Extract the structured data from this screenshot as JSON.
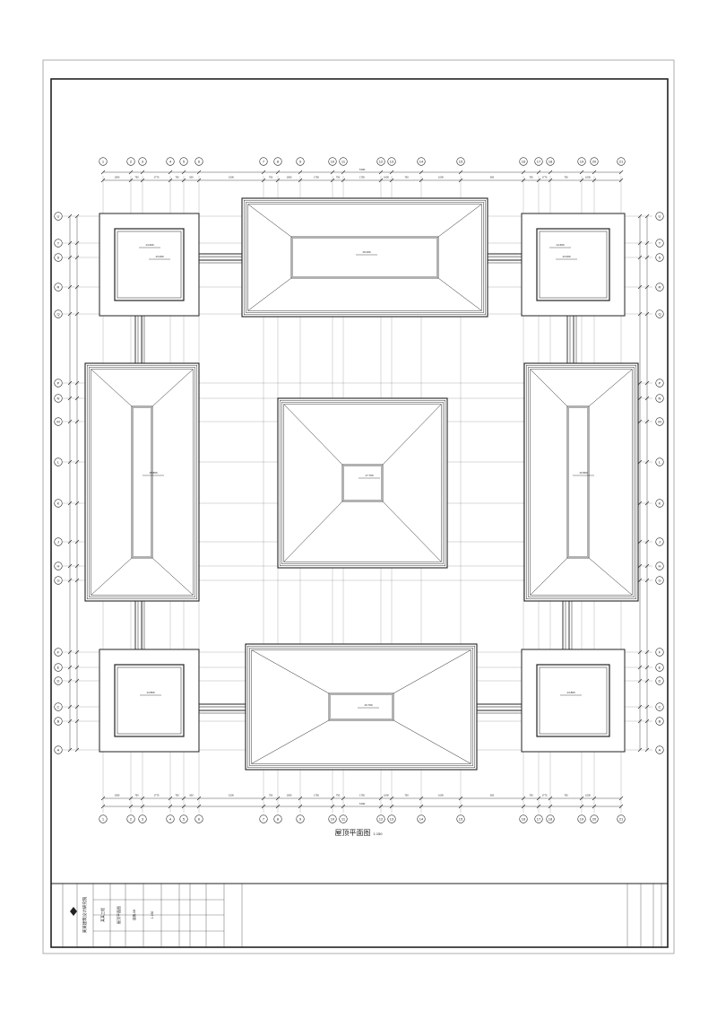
{
  "drawing": {
    "title": "屋顶平面图",
    "scale": "1:150",
    "colors": {
      "ink": "#222222",
      "paper": "#ffffff",
      "frame": "#999999"
    }
  },
  "grid": {
    "columns": [
      "1",
      "2",
      "3",
      "4",
      "5",
      "6",
      "7",
      "8",
      "9",
      "10",
      "11",
      "12",
      "13",
      "14",
      "15",
      "16",
      "17",
      "18",
      "19",
      "20",
      "21"
    ],
    "rows": [
      "U",
      "T",
      "S",
      "R",
      "Q",
      "P",
      "N",
      "M",
      "L",
      "K",
      "J",
      "H",
      "G",
      "F",
      "E",
      "D",
      "C",
      "B",
      "A"
    ]
  },
  "dimensions": {
    "overall": "7200",
    "top_chain": [
      "1000",
      "750",
      "1770",
      "750",
      "500",
      "1000",
      "750",
      "1000",
      "1750",
      "750",
      "1750",
      "1000",
      "750",
      "1000",
      "500",
      "750",
      "1770",
      "750",
      "1000"
    ]
  },
  "elevation_labels": {
    "corner_nw": "14.600",
    "corner_nw_inner": "13.000",
    "north_hall": "16.000",
    "corner_ne": "14.600",
    "corner_ne_inner": "13.000",
    "west_hall": "15.800",
    "center": "17.700",
    "east_hall": "15.800",
    "corner_sw": "14.800",
    "south_hall": "16.700",
    "corner_se": "14.800"
  },
  "title_block": {
    "company": "某某建筑设计研究院",
    "project": "某某工程",
    "sheet": "屋顶平面图",
    "drawing_no": "建施-08",
    "scale": "1:150"
  }
}
